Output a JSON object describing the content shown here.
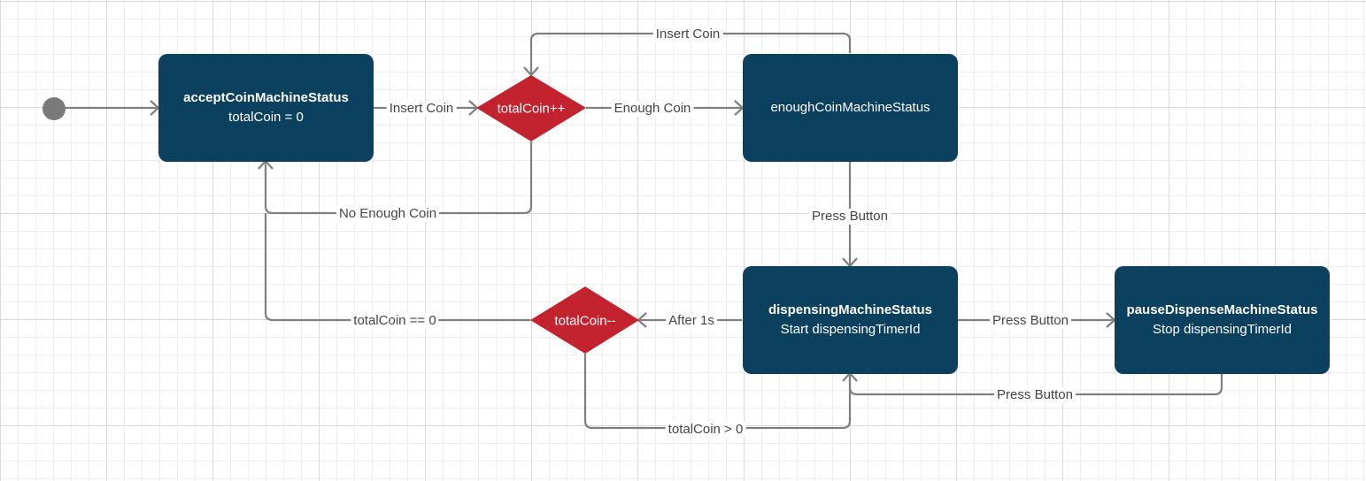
{
  "colors": {
    "state_fill": "#0b405f",
    "decision_fill": "#c3232e",
    "edge": "#7f7f7f",
    "start_node": "#7a7a7a"
  },
  "states": {
    "accept": {
      "name": "acceptCoinMachineStatus",
      "detail": "totalCoin = 0"
    },
    "enough": {
      "name": "enoughCoinMachineStatus"
    },
    "dispensing": {
      "name": "dispensingMachineStatus",
      "detail": "Start dispensingTimerId"
    },
    "pause": {
      "name": "pauseDispenseMachineStatus",
      "detail": "Stop dispensingTimerId"
    }
  },
  "decisions": {
    "increment": "totalCoin++",
    "decrement": "totalCoin--"
  },
  "edges": {
    "insert_coin_1": "Insert Coin",
    "insert_coin_2": "Insert Coin",
    "enough_coin": "Enough Coin",
    "no_enough_coin": "No Enough Coin",
    "press_button_1": "Press Button",
    "press_button_2": "Press Button",
    "press_button_3": "Press Button",
    "after_1s": "After 1s",
    "total_zero": "totalCoin == 0",
    "total_positive": "totalCoin > 0"
  }
}
